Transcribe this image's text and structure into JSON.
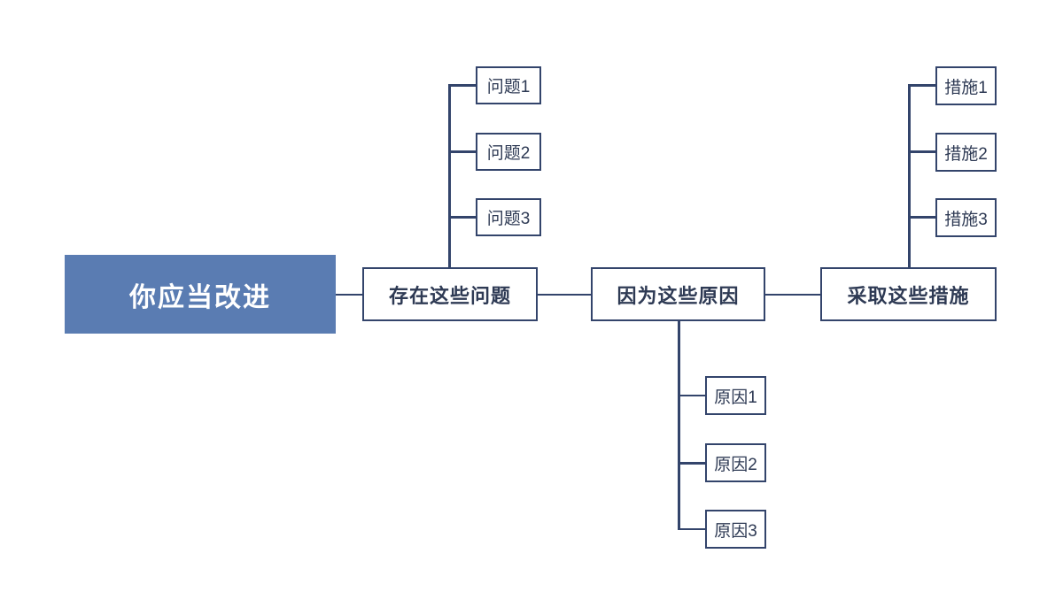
{
  "colors": {
    "accent": "#5a7cb2",
    "line": "#33446b",
    "text": "#2e3a54",
    "background": "#ffffff"
  },
  "diagram": {
    "root": {
      "label": "你应当改进"
    },
    "branches": [
      {
        "label": "存在这些问题",
        "children_side": "above",
        "children": [
          {
            "label": "问题1"
          },
          {
            "label": "问题2"
          },
          {
            "label": "问题3"
          }
        ]
      },
      {
        "label": "因为这些原因",
        "children_side": "below",
        "children": [
          {
            "label": "原因1"
          },
          {
            "label": "原因2"
          },
          {
            "label": "原因3"
          }
        ]
      },
      {
        "label": "采取这些措施",
        "children_side": "above",
        "children": [
          {
            "label": "措施1"
          },
          {
            "label": "措施2"
          },
          {
            "label": "措施3"
          }
        ]
      }
    ]
  }
}
